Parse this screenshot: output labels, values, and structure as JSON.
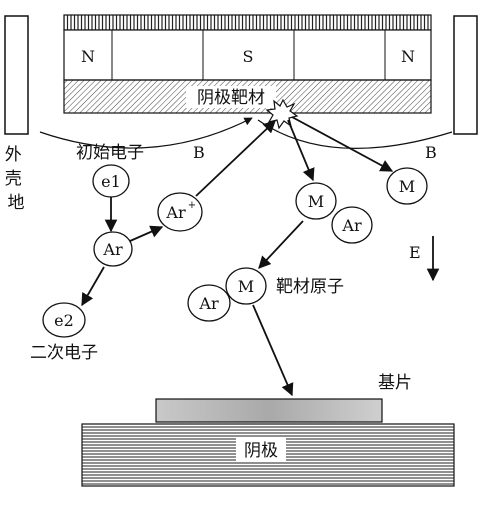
{
  "magnet": {
    "pole_left": "N",
    "pole_center": "S",
    "pole_right": "N"
  },
  "target_label": "阴极靶材",
  "outer_shell_label": "外壳地",
  "initial_electron_label": "初始电子",
  "field_B_left": "B",
  "field_B_right": "B",
  "field_E": "E",
  "particles": {
    "e1": "e1",
    "ar_center": "Ar",
    "ar_ion": "Ar",
    "ar_ion_charge": "+",
    "m_center": "M",
    "ar_near_m_center": "Ar",
    "m_right": "M",
    "m_lower": "M",
    "ar_lower": "Ar",
    "e2": "e2"
  },
  "secondary_electron_label": "二次电子",
  "target_atom_label": "靶材原子",
  "substrate_label": "基片",
  "cathode_label": "阴极"
}
